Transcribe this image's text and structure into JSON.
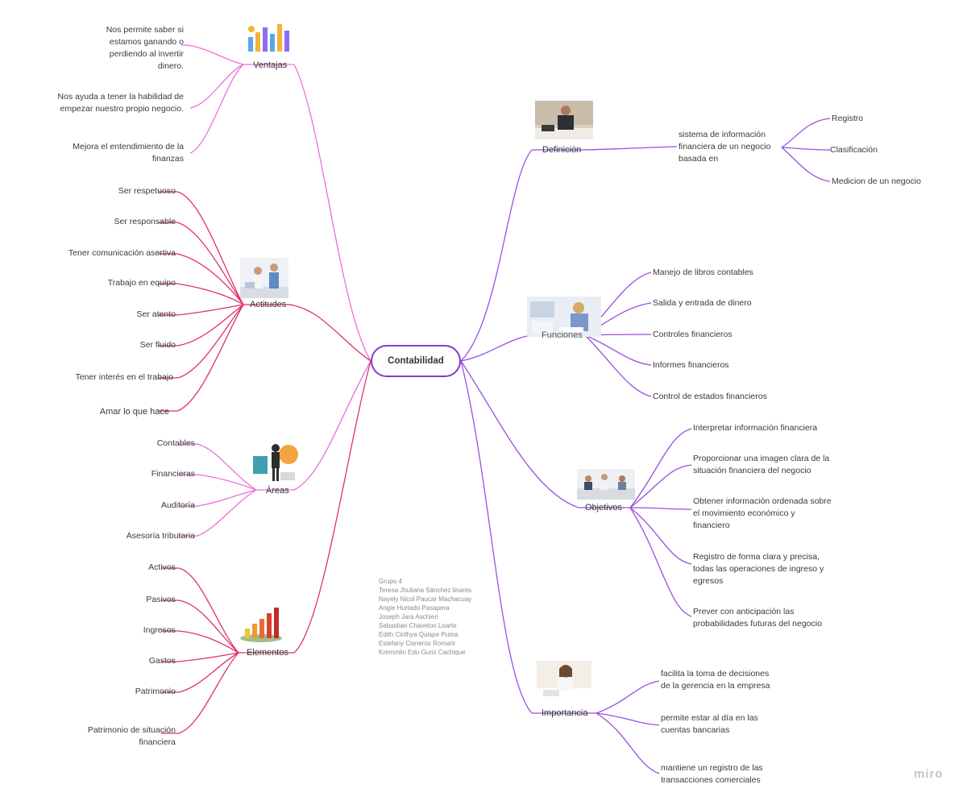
{
  "center": "Contabilidad",
  "colors": {
    "pink": "#ec6fd9",
    "magenta": "#e0306f",
    "purple": "#9a4fe0",
    "violet": "#7b3fd0"
  },
  "branches": {
    "ventajas": {
      "label": "Ventajas",
      "items": [
        "Nos permite saber si\nestamos ganando o\nperdiendo al invertir\ndinero.",
        "Nos ayuda a tener la habilidad de\nempezar nuestro propio negocio.",
        "Mejora el entendimiento de la\nfinanzas"
      ]
    },
    "actitudes": {
      "label": "Actitudes",
      "items": [
        "Ser respetuoso",
        "Ser responsable",
        "Tener comunicación asertiva",
        "Trabajo en equipo",
        "Ser atento",
        "Ser fluido",
        "Tener interés en el trabajo",
        "Amar lo que hace"
      ]
    },
    "areas": {
      "label": "Áreas",
      "items": [
        "Contables",
        "Financieras",
        "Auditoría",
        "Asesoría tributaria"
      ]
    },
    "elementos": {
      "label": "Elementos",
      "items": [
        "Activos",
        "Pasivos",
        "Ingresos",
        "Gastos",
        "Patrimonio",
        "Patrimonio de situación\nfinanciera"
      ]
    },
    "definicion": {
      "label": "Definición",
      "sub": "sistema de información\nfinanciera de un negocio\nbasada en",
      "items": [
        "Registro",
        "Clasificación",
        "Medicion de un negocio"
      ]
    },
    "funciones": {
      "label": "Funciones",
      "items": [
        "Manejo de libros contables",
        "Salida y entrada de dinero",
        "Controles financieros",
        "Informes financieros",
        "Control de estados financieros"
      ]
    },
    "objetivos": {
      "label": "Objetivos",
      "items": [
        "Interpretar información financiera",
        "Proporcionar una imagen clara de la\nsituación financiera del negocio",
        "Obtener información ordenada sobre\nel movimiento económico y\nfinanciero",
        "Registro de forma clara y precisa,\ntodas las operaciones de ingreso y\negresos",
        "Prever con anticipación las\nprobabilidades futuras del negocio"
      ]
    },
    "importancia": {
      "label": "Importancia",
      "items": [
        "facilita la toma de decisiones\nde la gerencia en la empresa",
        "permite estar al día en las\ncuentas bancarias",
        "mantiene un registro de las\ntransacciones comerciales"
      ]
    }
  },
  "group": {
    "text": "Grupo 4\nTeresa Jhuliana Sánchez linares\nNayely Nicol Paucar Machacuay\nAngie Hurtado Pasapera\nJoseph Jara Aschieri\nSebastian Chavelon Loarte\nEdith Cinthya Quispe Puma\nEstefany Cisneros Romani\nKremmlin Edu Guriz Cachique"
  },
  "watermark": "miro"
}
